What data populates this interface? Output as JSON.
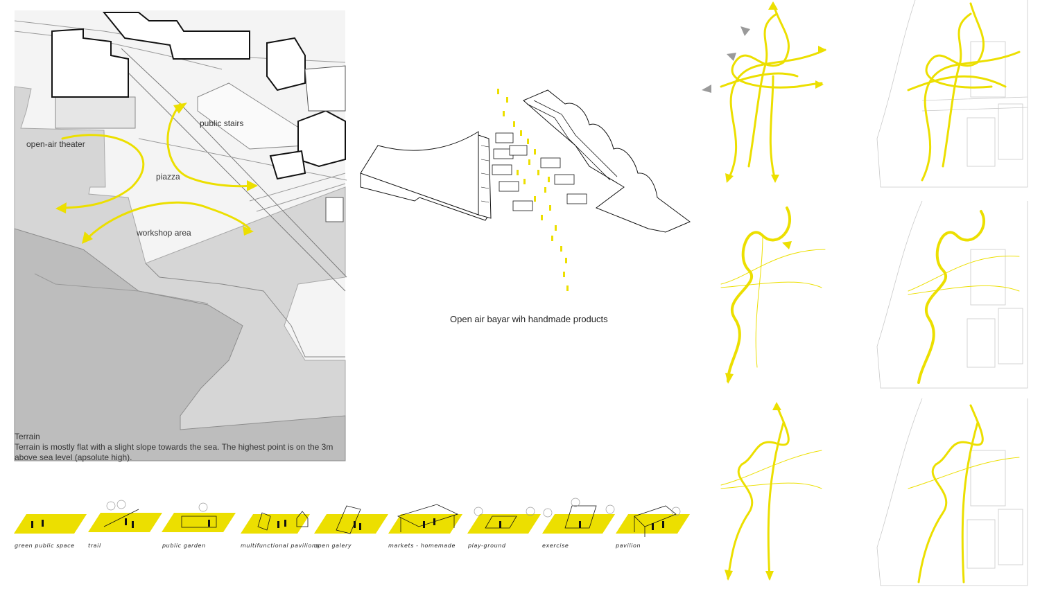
{
  "site_plan": {
    "labels": {
      "open_air_theater": "open-air theater",
      "public_stairs": "public stairs",
      "piazza": "piazza",
      "workshop_area": "workshop area"
    },
    "terrain_title": "Terrain",
    "terrain_description": "Terrain is mostly flat with a slight slope towards the sea. The highest point is on the 3m above sea level (apsolute high)."
  },
  "bazaar": {
    "caption": "Open air bayar wih handmade products"
  },
  "program_strip": {
    "items": [
      {
        "label": "green public space"
      },
      {
        "label": "trail"
      },
      {
        "label": "public garden"
      },
      {
        "label": "multifunctional pavilions"
      },
      {
        "label": "open galery"
      },
      {
        "label": "markets - homemade"
      },
      {
        "label": "play-ground"
      },
      {
        "label": "exercise"
      },
      {
        "label": "pavilion"
      }
    ]
  },
  "colors": {
    "accent": "#ecdf00",
    "terrain_gray": "#d8d8d8",
    "line": "#111111",
    "arrow_gray": "#9a9a9a"
  }
}
